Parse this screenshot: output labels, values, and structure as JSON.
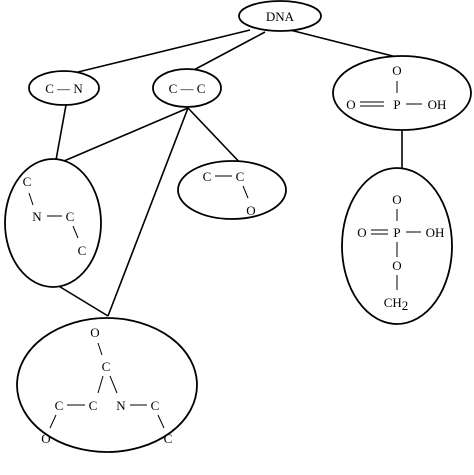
{
  "nodes": {
    "dna": {
      "label": "DNA"
    },
    "cn": {
      "label": "C — N"
    },
    "cc": {
      "label": "C — C"
    },
    "phosphate_top": {
      "o_top": "O",
      "o_left": "O",
      "p": "P",
      "oh": "OH"
    },
    "ring_cnc": {
      "c_top": "C",
      "n": "N",
      "c_mid": "C",
      "c_bottom": "C"
    },
    "cco": {
      "c1": "C",
      "c2": "C",
      "o": "O"
    },
    "phosphate_ch2": {
      "o_top": "O",
      "o_left": "O",
      "p": "P",
      "oh": "OH",
      "o_bottom": "O",
      "ch": "CH",
      "sub": "2"
    },
    "base": {
      "o_top": "O",
      "c_top": "C",
      "c_left": "C",
      "c_mid": "C",
      "n": "N",
      "c_right": "C",
      "o_bottom": "O",
      "c_bottom": "C"
    }
  }
}
